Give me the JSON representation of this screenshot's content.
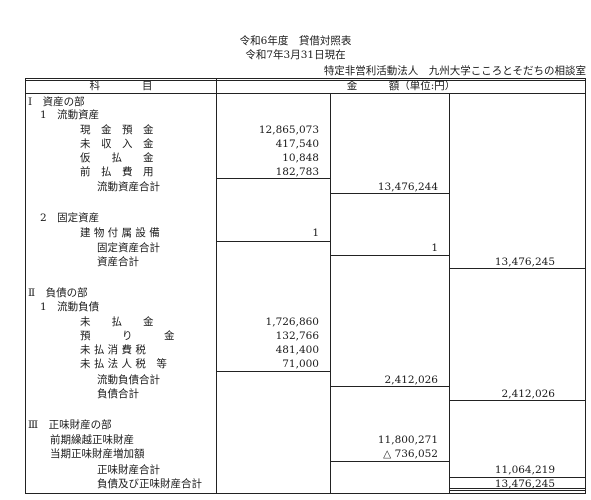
{
  "header": {
    "title": "令和6年度　貸借対照表",
    "date": "令和7年3月31日現在",
    "organization": "特定非営利活動法人　九州大学こころとそだちの相談室"
  },
  "table_header": {
    "subject": "科　　　　目",
    "amount": "金　　　額（単位:円）"
  },
  "assets": {
    "section": "Ⅰ　資産の部",
    "current_title": "1　流動資産",
    "items": [
      {
        "label": "現　金　預　金",
        "value": "12,865,073"
      },
      {
        "label": "未　収　入　金",
        "value": "417,540"
      },
      {
        "label": "仮　　払　　金",
        "value": "10,848"
      },
      {
        "label": "前　払　費　用",
        "value": "182,783"
      }
    ],
    "current_total_label": "流動資産合計",
    "current_total_value": "13,476,244",
    "fixed_title": "2　固定資産",
    "fixed_item_label": "建 物 付 属 設 備",
    "fixed_item_value": "1",
    "fixed_total_label": "固定資産合計",
    "fixed_total_value": "1",
    "total_label": "資産合計",
    "total_value": "13,476,245"
  },
  "liabilities": {
    "section": "Ⅱ　負債の部",
    "current_title": "1　流動負債",
    "items": [
      {
        "label": "未　　払　　金",
        "value": "1,726,860"
      },
      {
        "label": "預　　　り　　　金",
        "value": "132,766"
      },
      {
        "label": "未 払 消 費 税",
        "value": "481,400"
      },
      {
        "label": "未 払 法 人 税　等",
        "value": "71,000"
      }
    ],
    "current_total_label": "流動負債合計",
    "current_total_value": "2,412,026",
    "total_label": "負債合計",
    "total_value": "2,412,026"
  },
  "net_assets": {
    "section": "Ⅲ　正味財産の部",
    "prior_label": "前期繰越正味財産",
    "prior_value": "11,800,271",
    "increase_label": "当期正味財産増加額",
    "increase_value": "△ 736,052",
    "total_label": "正味財産合計",
    "total_value": "11,064,219",
    "grand_total_label": "負債及び正味財産合計",
    "grand_total_value": "13,476,245"
  }
}
